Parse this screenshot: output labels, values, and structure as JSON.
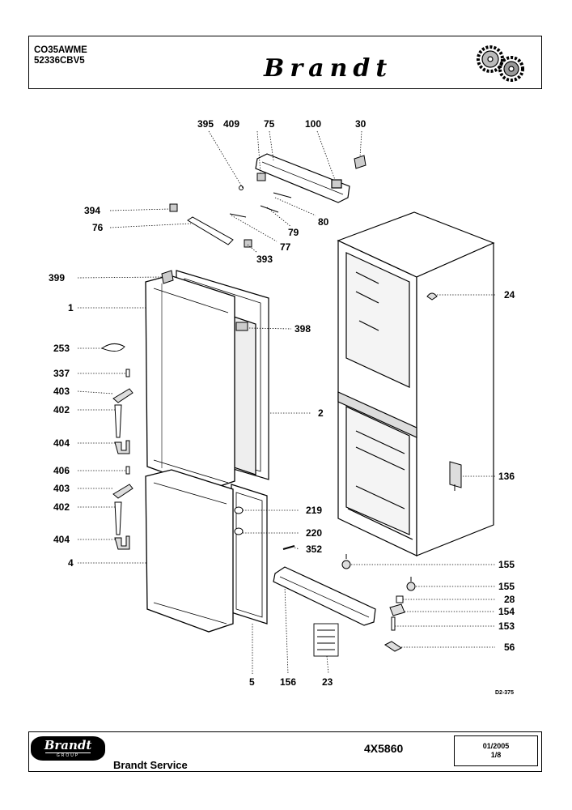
{
  "header": {
    "model_line1": "CO35AWME",
    "model_line2": "52336CBV5",
    "brand": "Brandt"
  },
  "diagram": {
    "labels": [
      {
        "id": "p395",
        "text": "395"
      },
      {
        "id": "p409",
        "text": "409"
      },
      {
        "id": "p75",
        "text": "75"
      },
      {
        "id": "p100",
        "text": "100"
      },
      {
        "id": "p30",
        "text": "30"
      },
      {
        "id": "p394",
        "text": "394"
      },
      {
        "id": "p80",
        "text": "80"
      },
      {
        "id": "p76",
        "text": "76"
      },
      {
        "id": "p79",
        "text": "79"
      },
      {
        "id": "p77",
        "text": "77"
      },
      {
        "id": "p393",
        "text": "393"
      },
      {
        "id": "p399",
        "text": "399"
      },
      {
        "id": "p24",
        "text": "24"
      },
      {
        "id": "p1",
        "text": "1"
      },
      {
        "id": "p398",
        "text": "398"
      },
      {
        "id": "p253",
        "text": "253"
      },
      {
        "id": "p337",
        "text": "337"
      },
      {
        "id": "p403a",
        "text": "403"
      },
      {
        "id": "p402a",
        "text": "402"
      },
      {
        "id": "p2",
        "text": "2"
      },
      {
        "id": "p404a",
        "text": "404"
      },
      {
        "id": "p406",
        "text": "406"
      },
      {
        "id": "p136",
        "text": "136"
      },
      {
        "id": "p403b",
        "text": "403"
      },
      {
        "id": "p402b",
        "text": "402"
      },
      {
        "id": "p219",
        "text": "219"
      },
      {
        "id": "p220",
        "text": "220"
      },
      {
        "id": "p404b",
        "text": "404"
      },
      {
        "id": "p352",
        "text": "352"
      },
      {
        "id": "p4",
        "text": "4"
      },
      {
        "id": "p155a",
        "text": "155"
      },
      {
        "id": "p155b",
        "text": "155"
      },
      {
        "id": "p28",
        "text": "28"
      },
      {
        "id": "p154",
        "text": "154"
      },
      {
        "id": "p153",
        "text": "153"
      },
      {
        "id": "p56",
        "text": "56"
      },
      {
        "id": "p5",
        "text": "5"
      },
      {
        "id": "p156",
        "text": "156"
      },
      {
        "id": "p23",
        "text": "23"
      }
    ],
    "drawing_code": "D2-375"
  },
  "footer": {
    "logo": "Brandt",
    "logo_sub": "GROUP",
    "service": "Brandt Service",
    "reference": "4X5860",
    "date": "01/2005",
    "page": "1/8"
  }
}
